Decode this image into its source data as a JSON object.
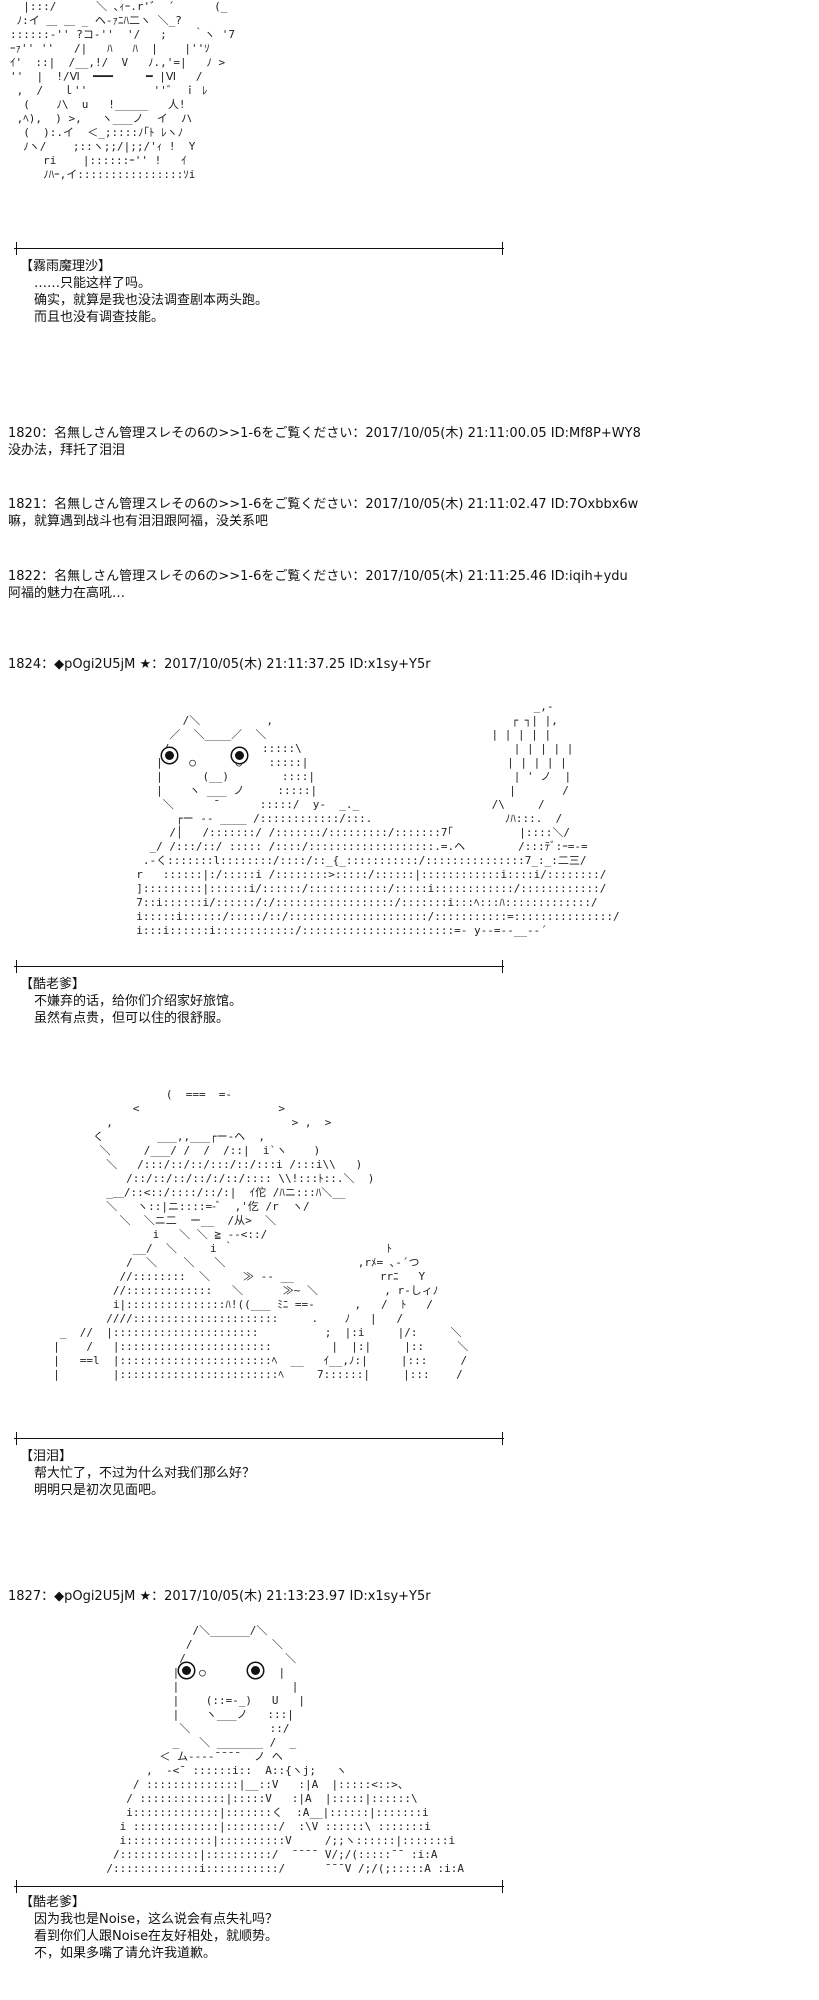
{
  "blocks": [
    {
      "speaker": "【霧雨魔理沙】",
      "lines": [
        "……只能这样了吗。",
        "确实，就算是我也没法调查剧本两头跑。",
        "而且也没有调查技能。"
      ]
    },
    {
      "speaker": "【酷老爹】",
      "lines": [
        "不嫌弃的话，给你们介绍家好旅馆。",
        "虽然有点贵，但可以住的很舒服。"
      ]
    },
    {
      "speaker": "【泪泪】",
      "lines": [
        "帮大忙了，不过为什么对我们那么好？",
        "明明只是初次见面吧。"
      ]
    },
    {
      "speaker": "【酷老爹】",
      "lines": [
        "因为我也是Noise，这么说会有点失礼吗？",
        "看到你们人跟Noise在友好相处，就顺势。",
        "不，如果多嘴了请允许我道歉。"
      ]
    }
  ],
  "posts": [
    {
      "header": "1820：名無しさん管理スレその6の>>1-6をご覧ください：2017/10/05(木) 21:11:00.05 ID:Mf8P+WY8",
      "body": "没办法，拜托了泪泪"
    },
    {
      "header": "1821：名無しさん管理スレその6の>>1-6をご覧ください：2017/10/05(木) 21:11:02.47 ID:7Oxbbx6w",
      "body": "嘛，就算遇到战斗也有泪泪跟阿福，没关系吧"
    },
    {
      "header": "1822：名無しさん管理スレその6の>>1-6をご覧ください：2017/10/05(木) 21:11:25.46 ID:iqih+ydu",
      "body": "阿福的魅力在高吼…"
    },
    {
      "header": "1824：◆pOgi2U5jM ★：2017/10/05(木) 21:11:37.25 ID:x1sy+Y5r",
      "body": ""
    },
    {
      "header": "1827：◆pOgi2U5jM ★：2017/10/05(木) 21:13:23.97 ID:x1sy+Y5r",
      "body": ""
    }
  ]
}
